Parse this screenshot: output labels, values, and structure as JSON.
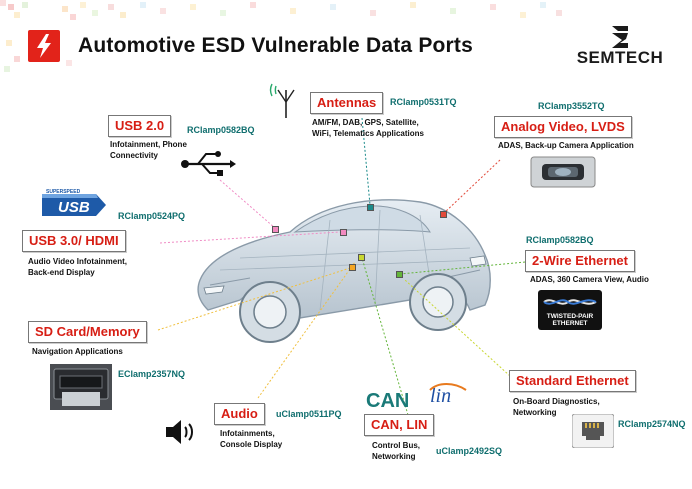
{
  "slide": {
    "title": "Automotive ESD Vulnerable Data Ports",
    "logo_text": "SEMTECH"
  },
  "ports": {
    "usb2": {
      "label": "USB 2.0",
      "part": "RClamp0582BQ",
      "desc": [
        "Infotainment, Phone",
        "Connectivity"
      ]
    },
    "antennas": {
      "label": "Antennas",
      "part": "RClamp0531TQ",
      "desc": [
        "AM/FM, DAB, GPS, Satellite,",
        "WiFi, Telematics Applications"
      ]
    },
    "analog_video": {
      "label": "Analog Video, LVDS",
      "part": "RClamp3552TQ",
      "desc": [
        "ADAS, Back-up Camera Application"
      ]
    },
    "usb3": {
      "label": "USB 3.0/ HDMI",
      "part": "RClamp0524PQ",
      "desc": [
        "Audio Video Infotainment,",
        "Back-end Display"
      ],
      "badge_top": "SUPERSPEED",
      "badge_main": "USB"
    },
    "ethernet2": {
      "label": "2-Wire Ethernet",
      "part": "RClamp0582BQ",
      "desc": [
        "ADAS, 360 Camera View, Audio"
      ],
      "badge_lines": [
        "TWISTED-PAIR",
        "ETHERNET"
      ]
    },
    "sd": {
      "label": "SD Card/Memory",
      "part": "EClamp2357NQ",
      "desc": [
        "Navigation Applications"
      ]
    },
    "std_ethernet": {
      "label": "Standard Ethernet",
      "part": "RClamp2574NQ",
      "desc": [
        "On-Board Diagnostics,",
        "Networking"
      ]
    },
    "audio": {
      "label": "Audio",
      "part": "uClamp0511PQ",
      "desc": [
        "Infotainments,",
        "Console Display"
      ]
    },
    "can_lin": {
      "label": "CAN, LIN",
      "part": "uClamp2492SQ",
      "desc": [
        "Control Bus,",
        "Networking"
      ],
      "logo_can": "CAN",
      "logo_lin": "lin"
    }
  },
  "icons": [
    "lightning-bolt-icon",
    "antenna-icon",
    "usb-trident-icon",
    "usb-badge-icon",
    "camera-icon",
    "twisted-pair-badge-icon",
    "sd-card-slot-icon",
    "speaker-icon",
    "can-logo-icon",
    "lin-logo-icon",
    "ethernet-jack-icon"
  ],
  "colors": {
    "accent": "#d71e14",
    "part": "#0f6e6e"
  }
}
